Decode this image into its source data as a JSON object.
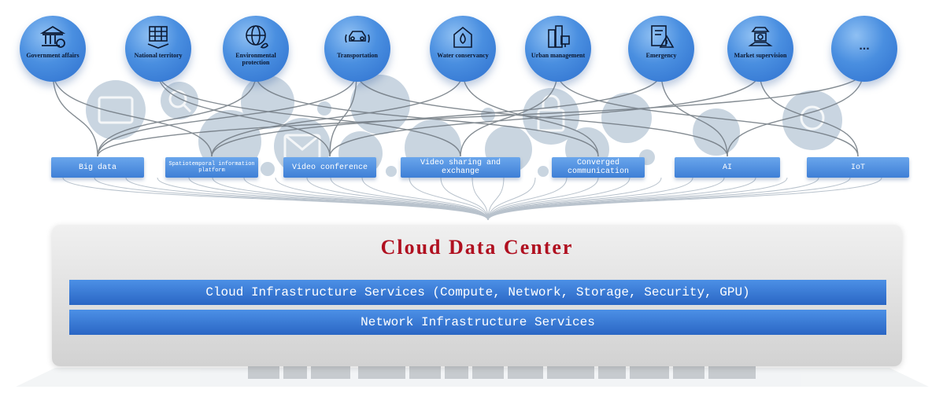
{
  "top_categories": [
    {
      "label": "Government affairs",
      "icon": "government-building-icon"
    },
    {
      "label": "National territory",
      "icon": "map-layers-icon"
    },
    {
      "label": "Environmental protection",
      "icon": "globe-leaf-icon"
    },
    {
      "label": "Transportation",
      "icon": "car-icon"
    },
    {
      "label": "Water conservancy",
      "icon": "water-drop-icon"
    },
    {
      "label": "Urban management",
      "icon": "city-buildings-icon"
    },
    {
      "label": "Emergency",
      "icon": "warning-document-icon"
    },
    {
      "label": "Market supervision",
      "icon": "scales-icon"
    },
    {
      "label": "...",
      "icon": ""
    }
  ],
  "services": [
    {
      "label": "Big data"
    },
    {
      "label": "Spatiotemporal information platform"
    },
    {
      "label": "Video conference"
    },
    {
      "label": "Video sharing and exchange"
    },
    {
      "label": "Converged communication"
    },
    {
      "label": "AI"
    },
    {
      "label": "IoT"
    }
  ],
  "data_center": {
    "title": "Cloud Data Center",
    "bars": [
      "Cloud Infrastructure Services (Compute, Network, Storage, Security, GPU)",
      "Network Infrastructure Services"
    ]
  },
  "colors": {
    "circle_blue": "#3f82d8",
    "service_blue": "#4f8fe0",
    "bar_blue": "#3674d2",
    "title_red": "#b01020"
  }
}
